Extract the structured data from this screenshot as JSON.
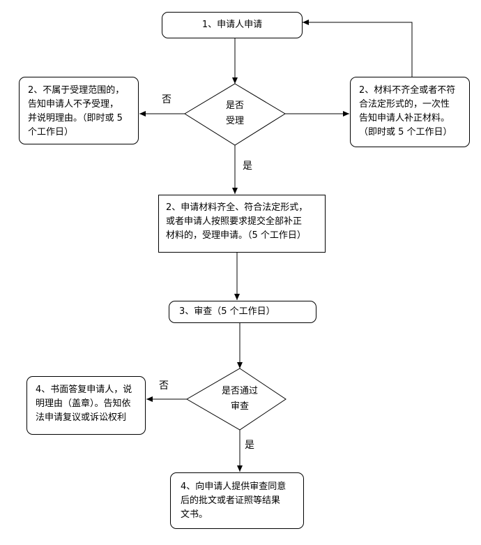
{
  "steps": {
    "apply": "1、申请人申请",
    "reject": "2、不属于受理范围的，\n告知申请人不予受理，\n并说明理由。（即时或 5\n个工作日）",
    "supplement": "2、材料不齐全或者不符\n合法定形式的，一次性\n告知申请人补正材料。\n（即时或 5 个工作日）",
    "accept": "2、申请材料齐全、符合法定形式，\n或者申请人按照要求提交全部补正\n材料的，受理申请。（5 个工作日）",
    "review": "3、审查（5 个工作日）",
    "written_reply": "4、书面答复申请人，说\n明理由（盖章）。告知依\n法申请复议或诉讼权利",
    "provide_docs": "4、向申请人提供审查同意\n后的批文或者证照等结果\n文书。"
  },
  "decisions": {
    "accept_q": "是否\n受理",
    "review_q": "是否通过\n审查"
  },
  "labels": {
    "no1": "否",
    "yes1": "是",
    "no2": "否",
    "yes2": "是"
  }
}
